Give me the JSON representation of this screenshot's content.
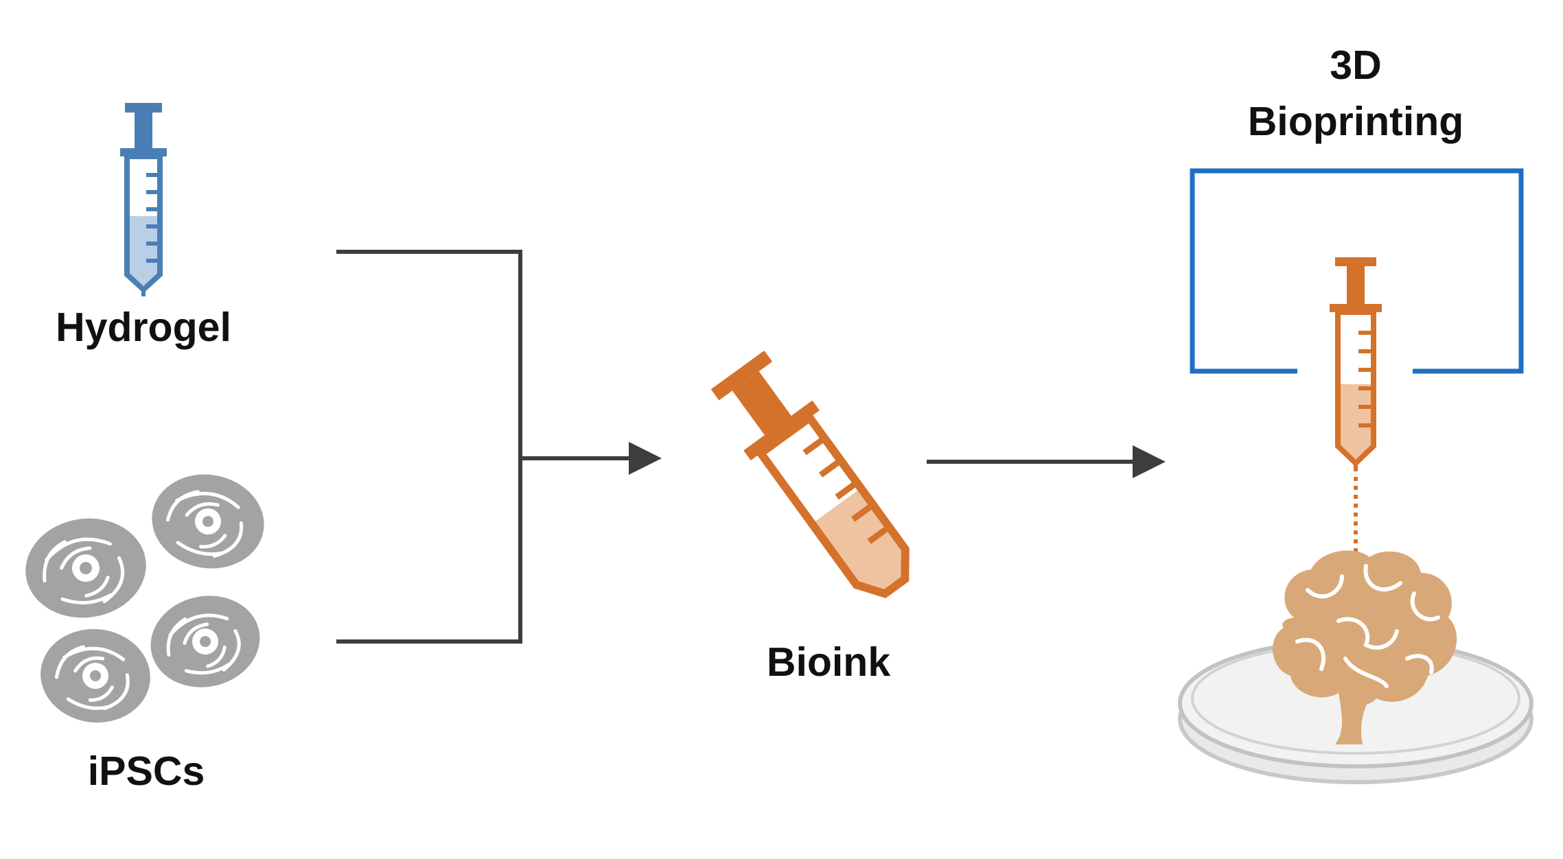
{
  "labels": {
    "hydrogel": "Hydrogel",
    "ipscs": "iPSCs",
    "bioink": "Bioink",
    "bioprinting_line1": "3D",
    "bioprinting_line2": "Bioprinting"
  },
  "colors": {
    "hydrogel_syringe": "#4a7fb5",
    "hydrogel_fill": "#b9cfe6",
    "bioink_syringe": "#d4712b",
    "bioink_fill": "#efc2a0",
    "cell": "#a3a3a3",
    "printer_frame": "#1f6fc4",
    "arrow": "#3d3d3d",
    "brain": "#d9a878",
    "dish": "#c8c8c8"
  },
  "icons": [
    "hydrogel-syringe-icon",
    "ipsc-cells-icon",
    "bioink-syringe-icon",
    "printer-syringe-icon",
    "brain-icon",
    "petri-dish-icon"
  ]
}
